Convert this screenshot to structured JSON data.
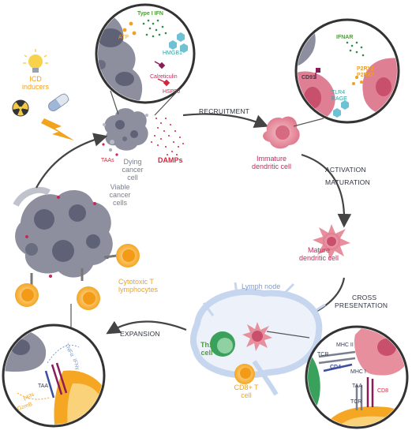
{
  "labels": {
    "icd_inducers": [
      "ICD",
      "inducers"
    ],
    "type1_ifn": "Type I IFN",
    "atp": "ATP",
    "hmgb1": "HMGB1",
    "calreticulin": "Calreticulin",
    "hsp90": "HSP90",
    "taas": "TAAs",
    "dying_cell": [
      "Dying",
      "cancer",
      "cell"
    ],
    "damps": "DAMPs",
    "recruitment": "RECRUITMENT",
    "ifnar": "IFNAR",
    "cd91": "CD91",
    "p2ry2": "P2RY2",
    "p2rx7": "P2RX7",
    "tlr4": "TLR4",
    "rage": "RAGE",
    "immature_dc": [
      "Immature",
      "dendritic cell"
    ],
    "activation": "ACTIVATION",
    "maturation": "MATURATION",
    "mature_dc": [
      "Mature",
      "dendritic cell"
    ],
    "cross_presentation": [
      "CROSS",
      "PRESENTATION"
    ],
    "lymph_node": "Lymph node",
    "th1": [
      "Th1",
      "cell"
    ],
    "cd8_cell": [
      "CD8+ T",
      "cell"
    ],
    "mhc2": "MHC II",
    "tcr_top": "TCR",
    "cd4": "CD4",
    "mhc1": "MHC I",
    "taa_right": "TAA",
    "cd8": "CD8",
    "tcr_bottom": "TCR",
    "expansion": "EXPANSION",
    "viable_cells": [
      "Viable",
      "cancer",
      "cells"
    ],
    "ctl": [
      "Cytotoxic T",
      "lymphocytes"
    ],
    "tnfa": "TNFα",
    "ifny": "IFNγ",
    "taa_left": "TAA",
    "pfn": "PFN",
    "gzmb": "GzmB"
  },
  "colors": {
    "cancer_cell": "#8a8c9e",
    "nucleus": "#5f6276",
    "dendritic_cell": "#e88f9e",
    "dc_dark": "#c8285e",
    "t_cell_outer": "#f5a623",
    "t_cell_inner": "#f9d27a",
    "th1_green": "#3aa15c",
    "lymph_node": "#c7d6ef",
    "arrow": "#4a4a4a",
    "damps_red": "#d5243b"
  }
}
